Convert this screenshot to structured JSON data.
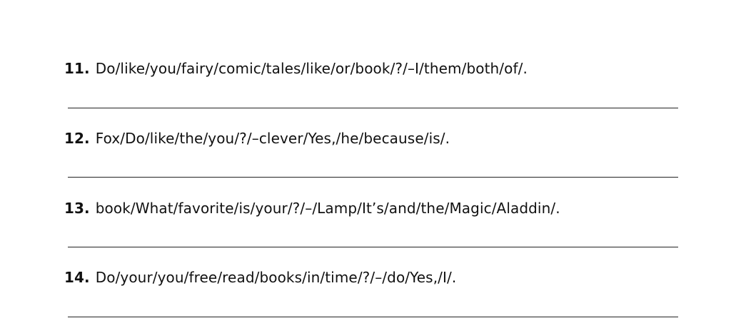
{
  "questions": [
    {
      "number": "11.",
      "prompt": "Do/like/you/fairy/comic/tales/like/or/book/?/–I/them/both/of/."
    },
    {
      "number": "12.",
      "prompt": "Fox/Do/like/the/you/?/–clever/Yes,/he/because/is/."
    },
    {
      "number": "13.",
      "prompt": "book/What/favorite/is/your/?/–/Lamp/It’s/and/the/Magic/Aladdin/."
    },
    {
      "number": "14.",
      "prompt": "Do/your/you/free/read/books/in/time/?/–/do/Yes,/I/."
    }
  ]
}
